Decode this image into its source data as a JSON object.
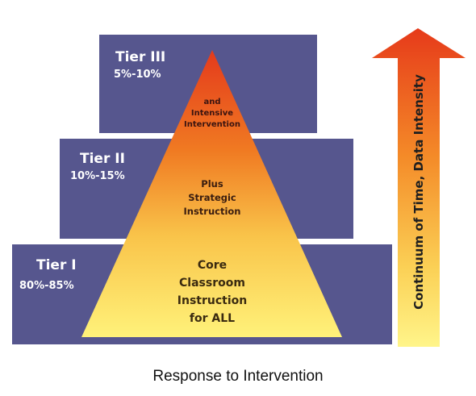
{
  "tiers": [
    {
      "name": "Tier III",
      "percent": "5%-10%"
    },
    {
      "name": "Tier II",
      "percent": "10%-15%"
    },
    {
      "name": "Tier I",
      "percent": "80%-85%"
    }
  ],
  "pyramid": {
    "top_lines": [
      "and",
      "Intensive",
      "Intervention"
    ],
    "middle_lines": [
      "Plus",
      "Strategic",
      "Instruction"
    ],
    "bottom_lines": [
      "Core",
      "Classroom",
      "Instruction",
      "for ALL"
    ]
  },
  "arrow": {
    "label": "Continuum of Time, Data Intensity"
  },
  "caption": "Response to Intervention",
  "colors": {
    "tier_box": "#56568e",
    "pyramid_top": "#e43a1c",
    "pyramid_bottom": "#fff27a",
    "arrow_top": "#e63a1a",
    "arrow_bottom": "#fff58a"
  }
}
